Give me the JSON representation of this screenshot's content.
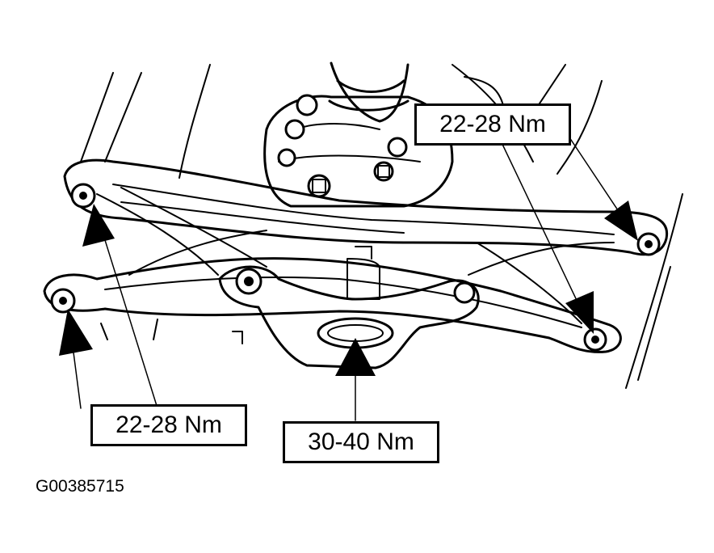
{
  "callouts": {
    "top_right": "22-28 Nm",
    "bottom_left": "22-28 Nm",
    "bottom_center": "30-40 Nm"
  },
  "figure_id": "G00385715"
}
